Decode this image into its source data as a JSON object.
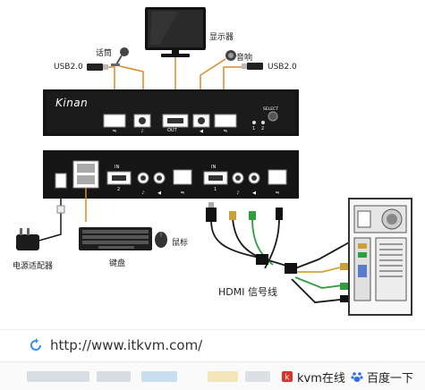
{
  "labels": {
    "monitor": "显示器",
    "microphone": "话筒",
    "speaker": "音响",
    "usb_left": "USB2.0",
    "usb_right": "USB2.0",
    "brand": "Kinan",
    "front_out": "OUT",
    "select": "SELECT",
    "select_1": "1",
    "select_2": "2",
    "in_1": "IN",
    "in_1_num": "2",
    "in_2": "IN",
    "in_2_num": "1",
    "power_adapter": "电源适配器",
    "keyboard": "键盘",
    "mouse": "鼠标",
    "hdmi_cable": "HDMI 信号线"
  },
  "url_bar": {
    "url": "http://www.itkvm.com/"
  },
  "bottom_bar": {
    "item1": "kvm在线",
    "item2": "百度一下"
  },
  "colors": {
    "kvm_body": "#151515",
    "port_panel": "#ffffff",
    "cable_orange": "#d98a2b",
    "cable_green": "#2e9e3e",
    "cable_black": "#1a1a1a",
    "mic_cable": "#e6a12e",
    "url_icon": "#3a8ee6",
    "baidu_blue": "#2f6ee6",
    "kvm_online_red": "#d9342a"
  }
}
